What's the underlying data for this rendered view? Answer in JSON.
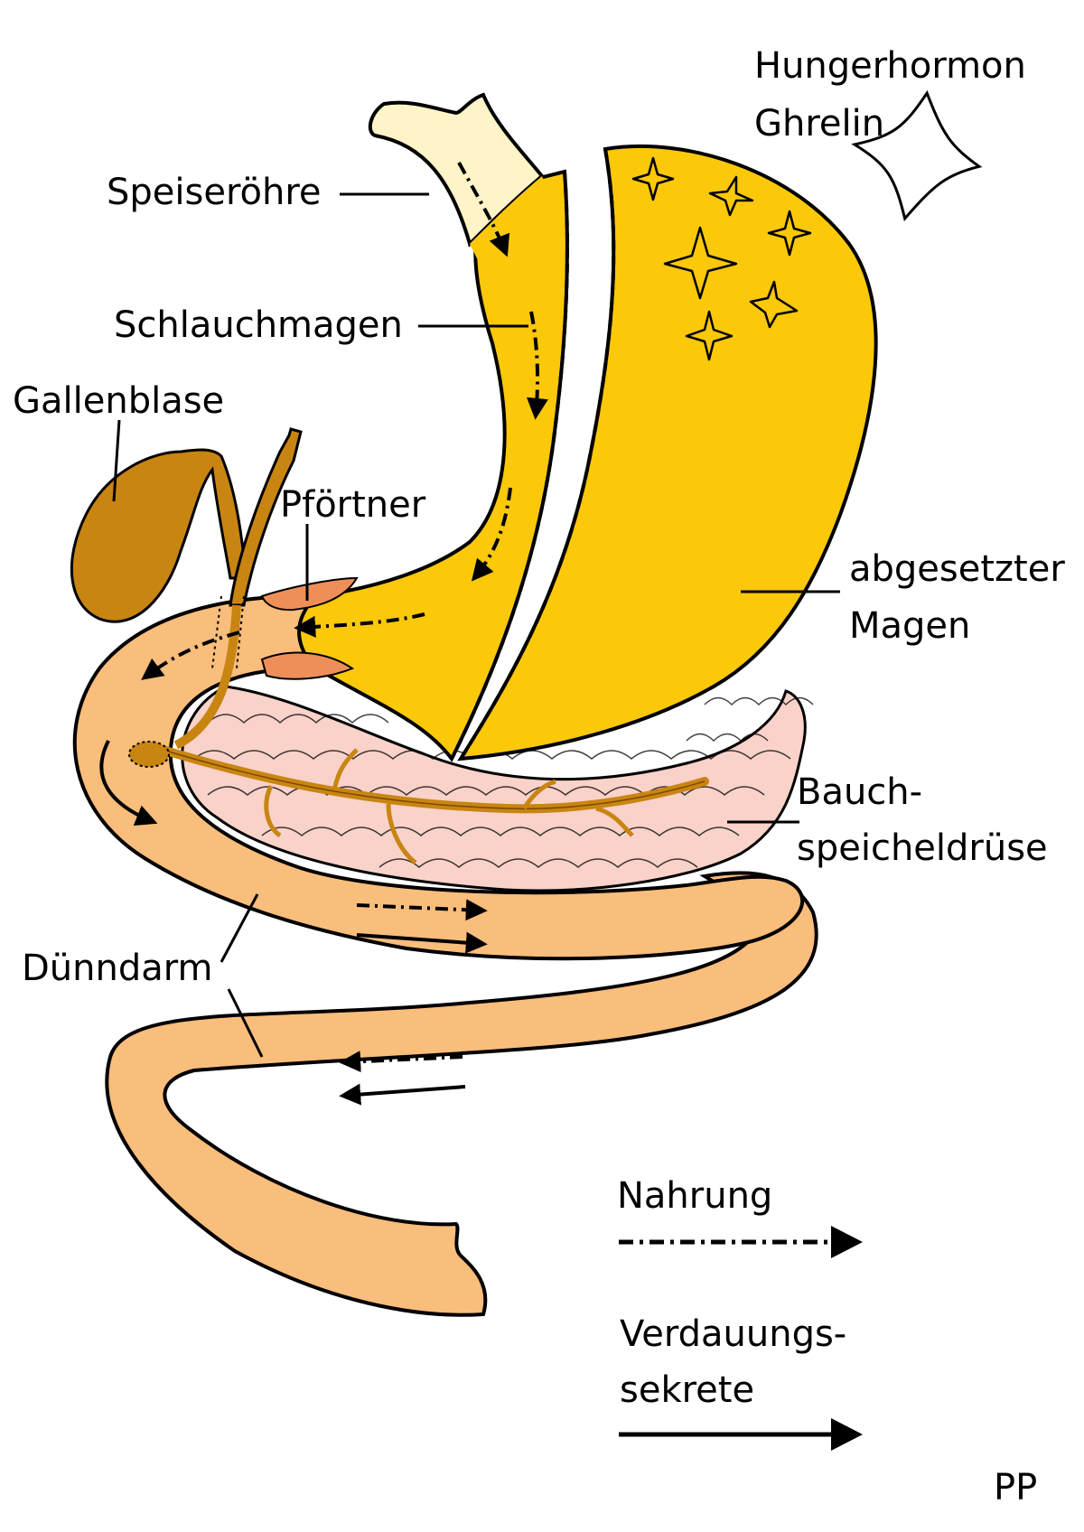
{
  "labels": {
    "hunger_line1": "Hungerhormon",
    "hunger_line2": "Ghrelin",
    "speiseroehre": "Speiseröhre",
    "schlauchmagen": "Schlauchmagen",
    "gallenblase": "Gallenblase",
    "pfoertner": "Pförtner",
    "abgesetzter_line1": "abgesetzter",
    "abgesetzter_line2": "Magen",
    "bauch_line1": "Bauch-",
    "bauch_line2": "speicheldrüse",
    "duenndarm": "Dünndarm"
  },
  "legend": {
    "nahrung": "Nahrung",
    "verdauung_line1": "Verdauungs-",
    "verdauung_line2": "sekrete"
  },
  "signature": "PP",
  "colors": {
    "stomach": "#fbc80a",
    "esophagus": "#fff3c8",
    "intestine": "#f9bd7c",
    "pancreas": "#f9d2c9",
    "gall": "#c98512",
    "sphincter": "#ee8f5a",
    "outline": "#000000"
  }
}
